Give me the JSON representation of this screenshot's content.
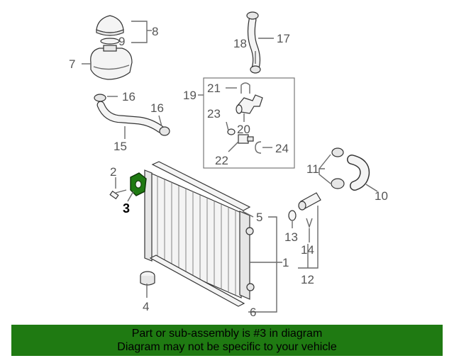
{
  "labels": {
    "l1": "1",
    "l2": "2",
    "l3": "3",
    "l4": "4",
    "l5": "5",
    "l6": "6",
    "l7": "7",
    "l8": "8",
    "l9": "9",
    "l10": "10",
    "l11": "11",
    "l12": "12",
    "l13": "13",
    "l14": "14",
    "l15": "15",
    "l16a": "16",
    "l16b": "16",
    "l17": "17",
    "l18": "18",
    "l19": "19",
    "l20": "20",
    "l21": "21",
    "l22": "22",
    "l23": "23",
    "l24": "24"
  },
  "highlight_color": "#1f7a12",
  "banner": {
    "line1": "Part or sub-assembly is #3 in diagram",
    "line2": "Diagram may not be specific to your vehicle"
  }
}
